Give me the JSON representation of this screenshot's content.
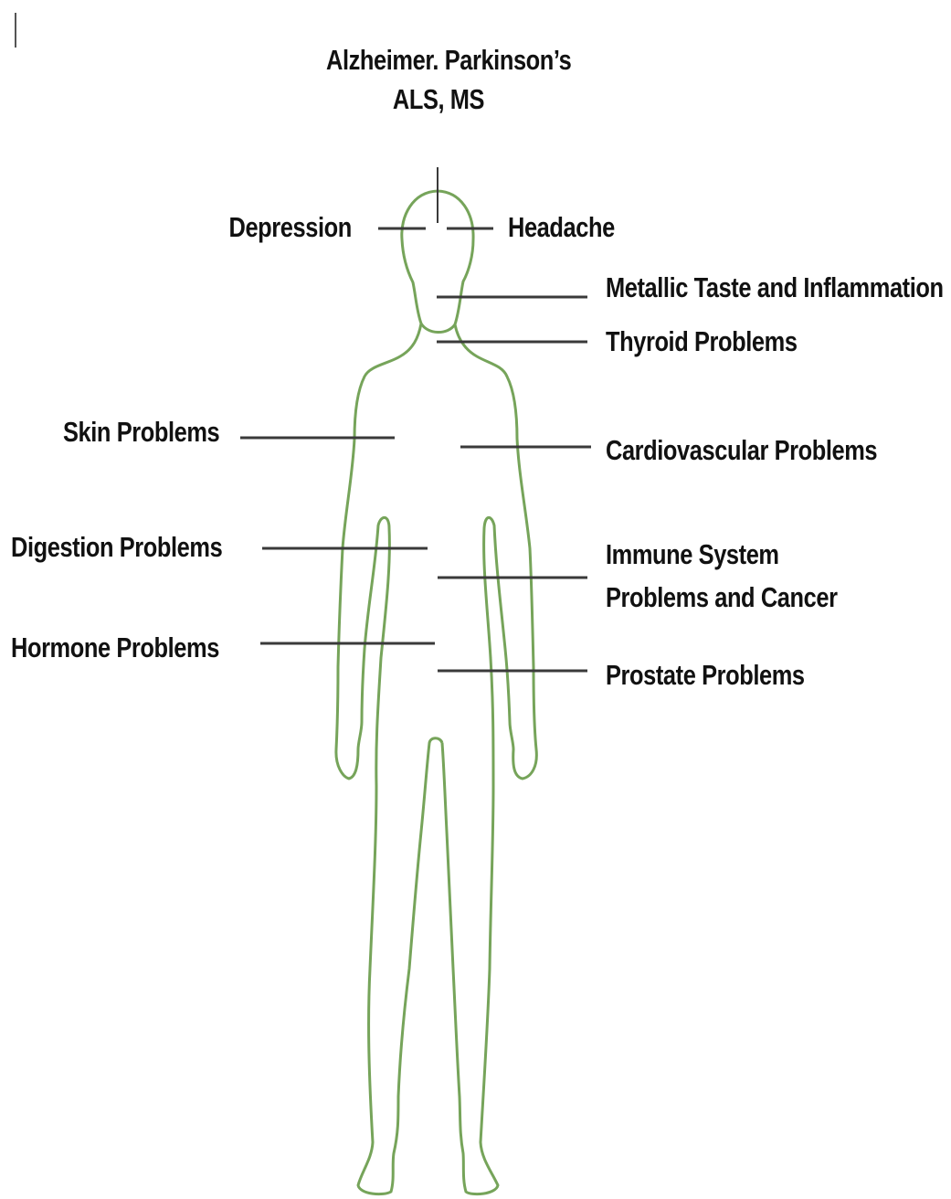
{
  "diagram": {
    "title_line1": "Alzheimer. Parkinson’s",
    "title_line2": "ALS, MS",
    "labels": {
      "depression": "Depression",
      "headache": "Headache",
      "metallic_taste": "Metallic Taste and Inflammation",
      "thyroid": "Thyroid Problems",
      "skin": "Skin Problems",
      "cardiovascular": "Cardiovascular Problems",
      "digestion": "Digestion Problems",
      "immune_line1": "Immune System",
      "immune_line2": "Problems and Cancer",
      "hormone": "Hormone Problems",
      "prostate": "Prostate Problems"
    }
  },
  "colors": {
    "outline": "#76a45a",
    "leader_line": "#3a3a3a",
    "text": "#111111",
    "background": "#ffffff"
  }
}
